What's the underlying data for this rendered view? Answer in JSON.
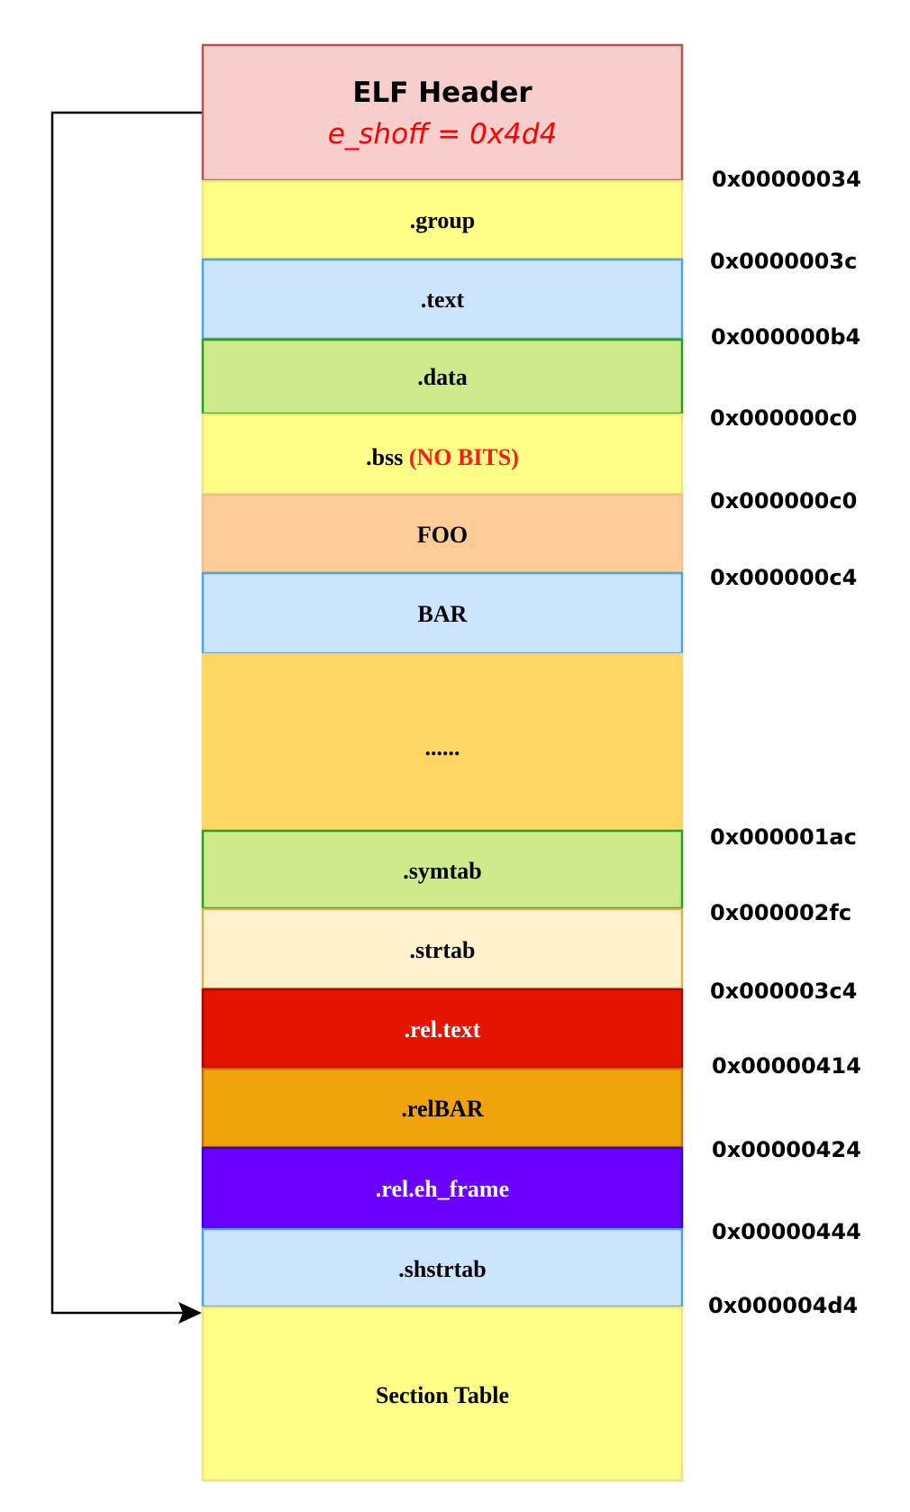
{
  "header": {
    "title": "ELF Header",
    "subtitle": "e_shoff = 0x4d4",
    "fill": "#f8cecc",
    "stroke": "#b85450",
    "subtitle_color": "#ff0000"
  },
  "sections": [
    {
      "name": ".group",
      "fill": "#ffff88",
      "stroke": "#f5e27a",
      "text_color": "#000000"
    },
    {
      "name": ".text",
      "fill": "#cce5ff",
      "stroke": "#4aa3f0",
      "text_color": "#000000"
    },
    {
      "name": ".data",
      "fill": "#cdeb8b",
      "stroke": "#2c9e1b",
      "text_color": "#000000"
    },
    {
      "name": ".bss",
      "suffix": "(NO BITS)",
      "suffix_color": "#ff1a1a",
      "fill": "#ffff88",
      "stroke": "#f5e27a",
      "text_color": "#000000"
    },
    {
      "name": "FOO",
      "fill": "#ffcc99",
      "stroke": "#f0c08a",
      "text_color": "#000000"
    },
    {
      "name": "BAR",
      "fill": "#cce5ff",
      "stroke": "#4aa3f0",
      "text_color": "#000000"
    },
    {
      "name": "......",
      "fill": "#fdd663",
      "stroke": "#fdd663",
      "text_color": "#000000"
    },
    {
      "name": ".symtab",
      "fill": "#cdeb8b",
      "stroke": "#2c9e1b",
      "text_color": "#000000"
    },
    {
      "name": ".strtab",
      "fill": "#fff2cc",
      "stroke": "#d6b656",
      "text_color": "#000000"
    },
    {
      "name": ".rel.text",
      "fill": "#e51400",
      "stroke": "#b20000",
      "text_color": "#ffffff"
    },
    {
      "name": ".relBAR",
      "fill": "#f0a30a",
      "stroke": "#bd7000",
      "text_color": "#000000"
    },
    {
      "name": ".rel.eh_frame",
      "fill": "#6a00ff",
      "stroke": "#3700cc",
      "text_color": "#ffffff"
    },
    {
      "name": ".shstrtab",
      "fill": "#cce5ff",
      "stroke": "#4aa3f0",
      "text_color": "#000000"
    },
    {
      "name": "Section Table",
      "fill": "#ffff88",
      "stroke": "#f5e27a",
      "text_color": "#000000"
    }
  ],
  "offsets": [
    "0x00000034",
    "0x0000003c",
    "0x000000b4",
    "0x000000c0",
    "0x000000c0",
    "0x000000c4",
    "0x000001ac",
    "0x000002fc",
    "0x000003c4",
    "0x00000414",
    "0x00000424",
    "0x00000444",
    "0x000004d4"
  ],
  "arrow": {
    "from": "header",
    "to": "Section Table",
    "color": "#000000"
  }
}
